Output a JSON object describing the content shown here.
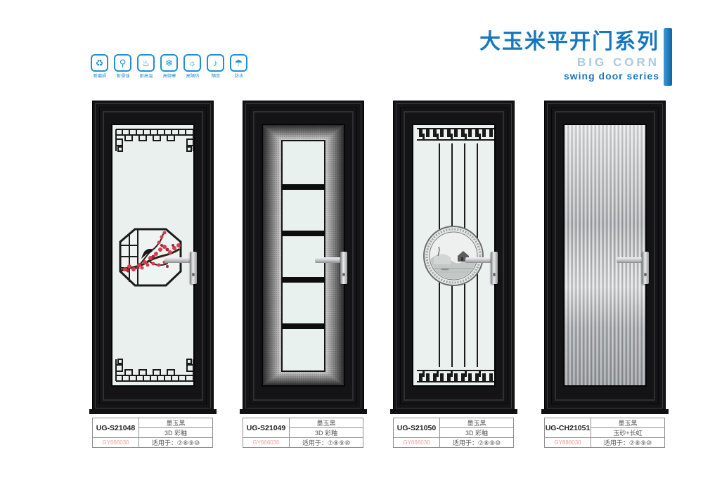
{
  "brand": {
    "title_cn": "大玉米平开门系列",
    "title_en": "BIG CORN",
    "subtitle_en": "swing door series",
    "accent_color": "#1878be",
    "accent_light": "#a8cbe4"
  },
  "features": [
    {
      "name": "wear-resistant",
      "glyph": "♻",
      "label": "耐磨损"
    },
    {
      "name": "corrosion-resistant",
      "glyph": "⚲",
      "label": "耐侵蚀"
    },
    {
      "name": "high-temp-resistant",
      "glyph": "♨",
      "label": "耐高温"
    },
    {
      "name": "cold-proof",
      "glyph": "❄",
      "label": "高御寒"
    },
    {
      "name": "heat-insulation",
      "glyph": "☼",
      "label": "高隔热"
    },
    {
      "name": "soundproof",
      "glyph": "♪",
      "label": "隔音"
    },
    {
      "name": "waterproof",
      "glyph": "☂",
      "label": "防水"
    }
  ],
  "products": [
    {
      "model": "UG-S21048",
      "color": "墨玉黑",
      "surface": "3D 彩釉",
      "code": "GY666030",
      "applicable": "适用于：⑦⑧⑨⑩"
    },
    {
      "model": "UG-S21049",
      "color": "墨玉黑",
      "surface": "3D 彩釉",
      "code": "GY666030",
      "applicable": "适用于：⑦⑧⑨⑩"
    },
    {
      "model": "UG-S21050",
      "color": "墨玉黑",
      "surface": "3D 彩釉",
      "code": "GY666030",
      "applicable": "适用于：⑦⑧⑨⑩"
    },
    {
      "model": "UG-CH21051",
      "color": "墨玉黑",
      "surface": "玉砂+长虹",
      "code": "GY888030",
      "applicable": "适用于：⑦⑧⑨⑩"
    }
  ],
  "colors": {
    "icon_blue": "#2090d0",
    "code_red": "#ef9f9f",
    "door_black": "#141417",
    "glass_green": "#e9f0ed"
  }
}
